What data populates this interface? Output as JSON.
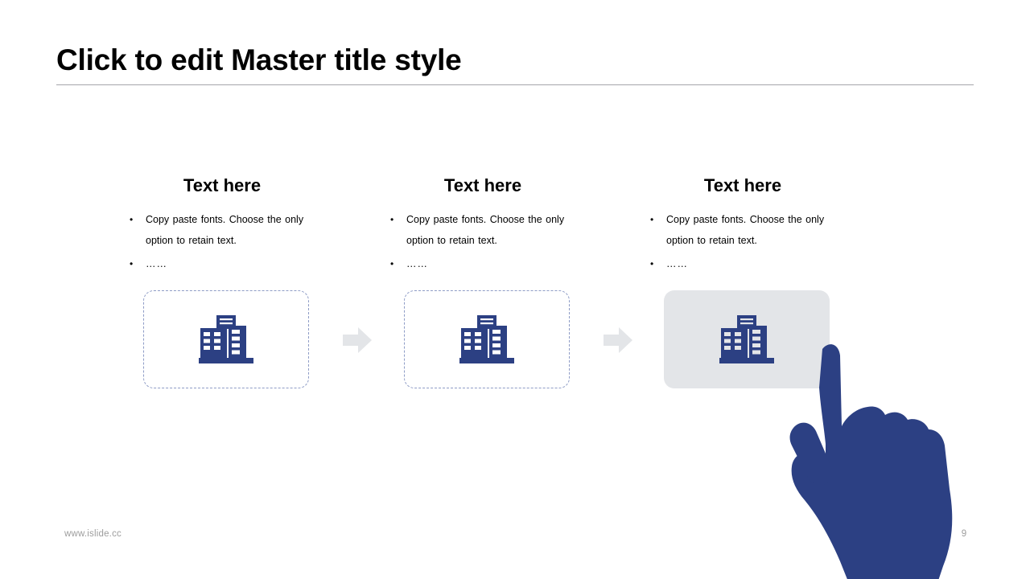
{
  "slide": {
    "title": "Click to edit Master title style",
    "accent_color": "#2c4083",
    "card_fill_color": "#e3e5e8",
    "card_border_color": "#8e9cc6",
    "arrow_color": "#e3e5e8",
    "rule_color": "#a6a6aa"
  },
  "columns": [
    {
      "heading": "Text here",
      "bullets": [
        {
          "marker": "•",
          "text": "Copy paste fonts. Choose the only option to retain text."
        },
        {
          "marker": "•",
          "text": "……"
        }
      ],
      "card": {
        "state": "outline",
        "icon": "office-building-icon"
      }
    },
    {
      "heading": "Text here",
      "bullets": [
        {
          "marker": "•",
          "text": "Copy paste fonts. Choose the only option to retain text."
        },
        {
          "marker": "•",
          "text": "……"
        }
      ],
      "card": {
        "state": "outline",
        "icon": "office-building-icon"
      }
    },
    {
      "heading": "Text here",
      "bullets": [
        {
          "marker": "•",
          "text": "Copy paste fonts. Choose the only option to retain text."
        },
        {
          "marker": "•",
          "text": "……"
        }
      ],
      "card": {
        "state": "filled-selected",
        "icon": "office-building-icon"
      }
    }
  ],
  "connectors": [
    {
      "icon": "arrow-right-icon"
    },
    {
      "icon": "arrow-right-icon"
    }
  ],
  "cursor": {
    "icon": "pointing-hand-icon"
  },
  "footer": {
    "url": "www.islide.cc",
    "page_number": "9"
  }
}
